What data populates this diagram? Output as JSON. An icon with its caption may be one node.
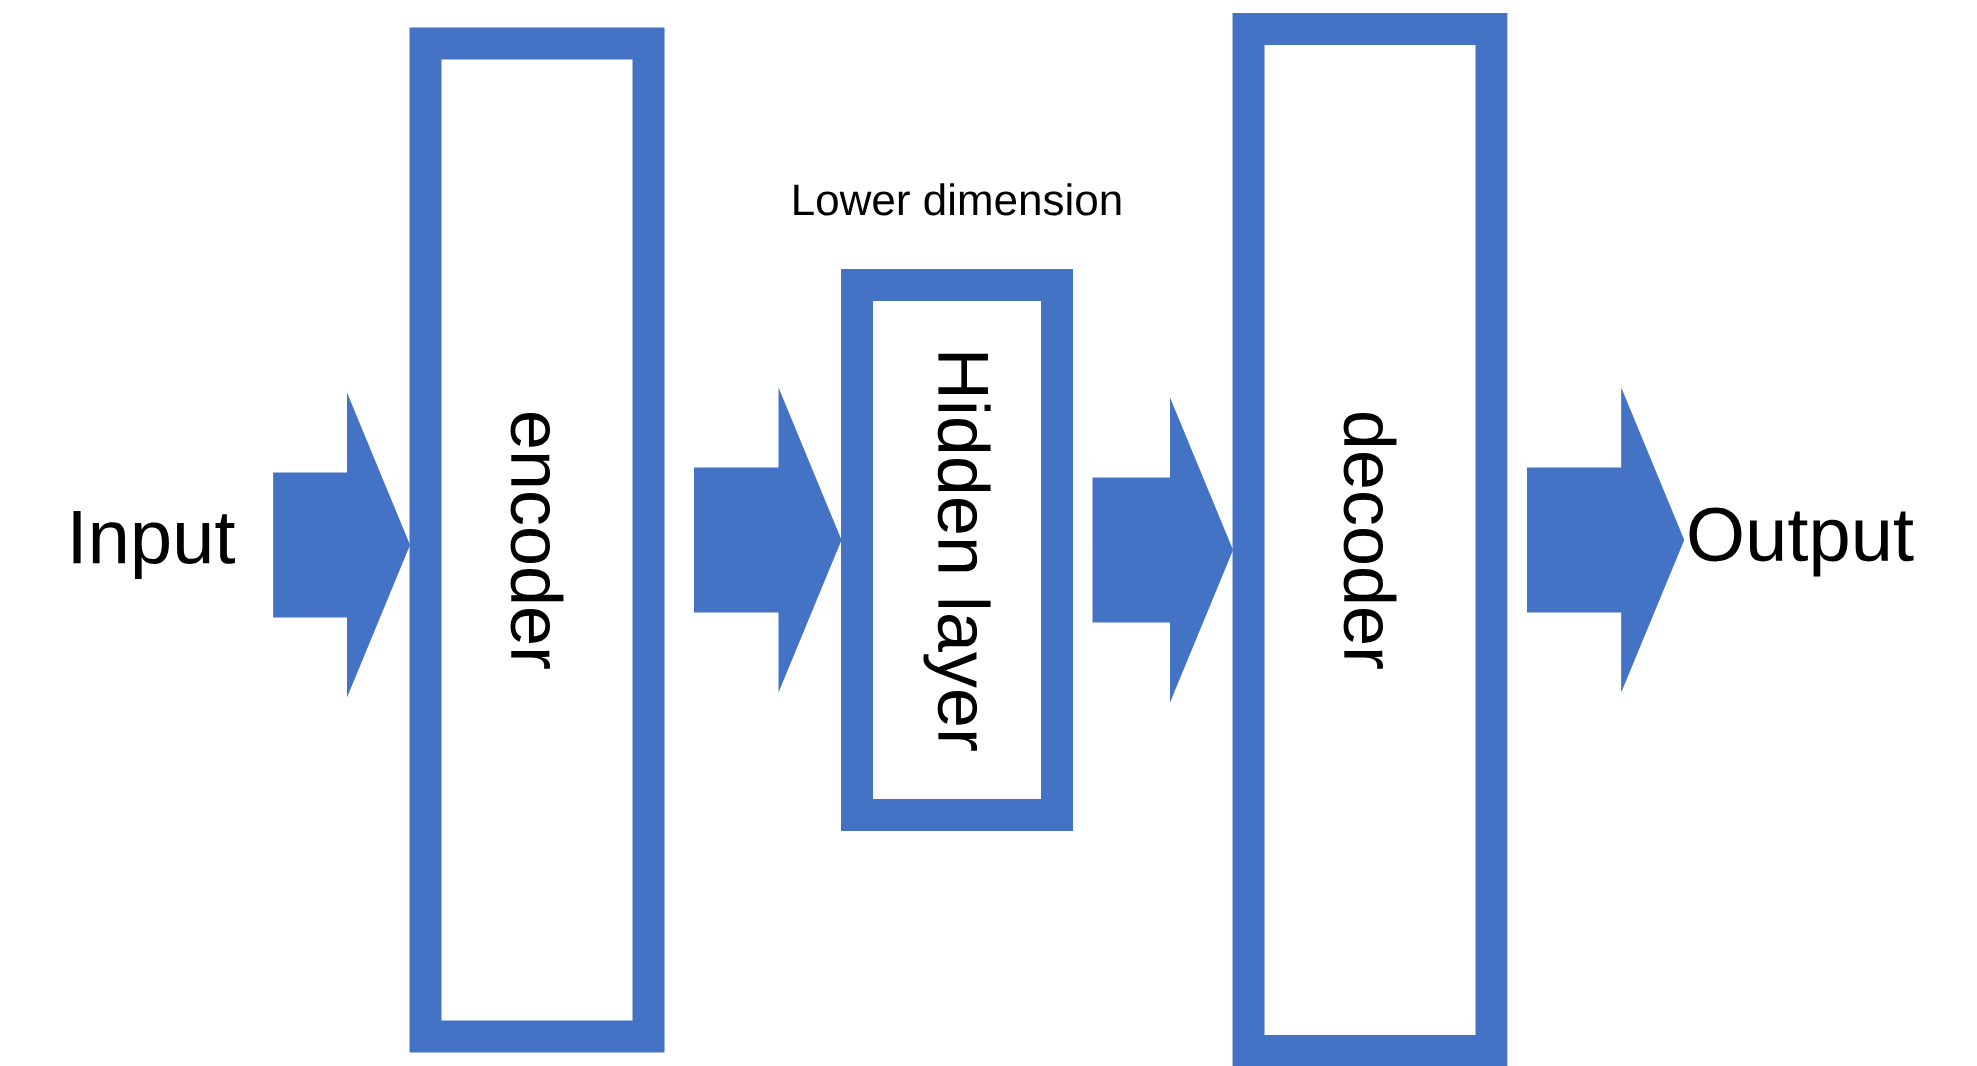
{
  "diagram": {
    "nodes": [
      {
        "text": [
          "Input"
        ]
      },
      {
        "text": [
          "encoder"
        ]
      },
      {
        "text": [
          "Hidden layer"
        ],
        "beside": [
          "Lower dimension"
        ]
      },
      {
        "text": [
          "decoder"
        ]
      },
      {
        "text": [
          "Output"
        ]
      }
    ],
    "edges": [
      {
        "from": 0,
        "to": 1,
        "arrow": "to"
      },
      {
        "from": 1,
        "to": 2,
        "arrow": "to"
      },
      {
        "from": 2,
        "to": 3,
        "arrow": "to"
      },
      {
        "from": 3,
        "to": 4,
        "arrow": "to"
      }
    ]
  }
}
